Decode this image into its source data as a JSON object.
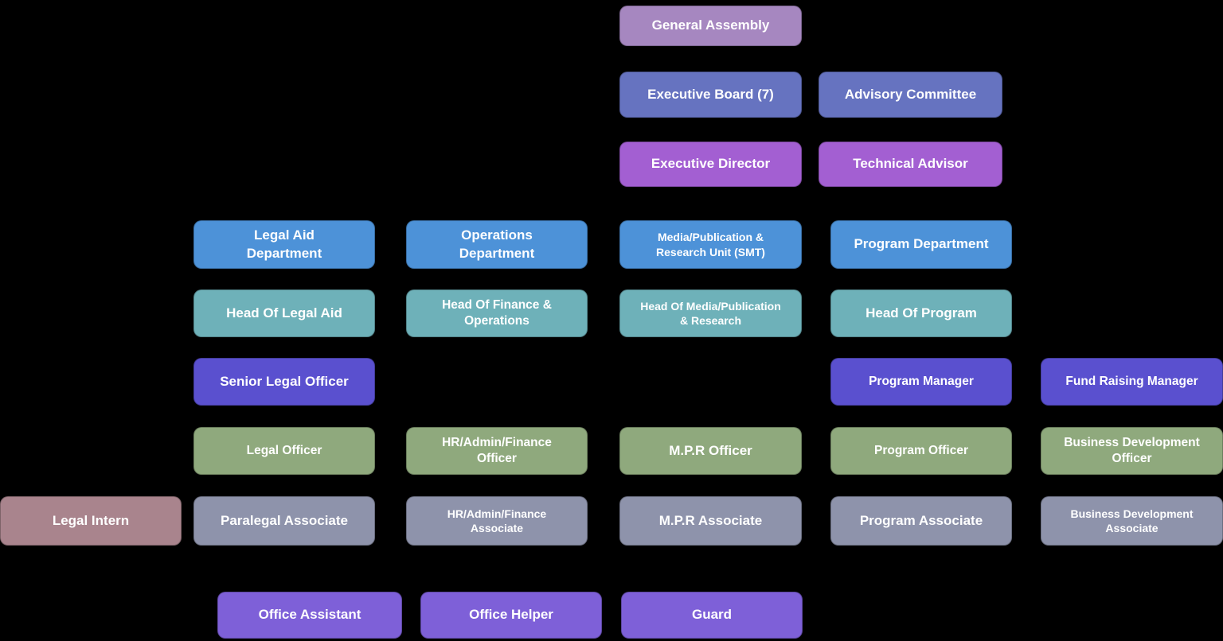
{
  "diagram": {
    "type": "org-chart",
    "colors": {
      "assembly": "#a687c0",
      "board": "#6673c0",
      "director": "#a35fd2",
      "department": "#4d92d8",
      "head": "#6eb1b9",
      "manager": "#5a50cf",
      "officer": "#8fa97d",
      "associate": "#8e93ab",
      "intern": "#a9848d",
      "support": "#7e60d8"
    },
    "nodes": [
      {
        "id": "general-assembly",
        "label": "General Assembly",
        "role": "assembly",
        "col": "D",
        "row": "r1",
        "size": "lg"
      },
      {
        "id": "executive-board",
        "label": "Executive Board (7)",
        "role": "board",
        "col": "D",
        "row": "r2",
        "size": "lg"
      },
      {
        "id": "advisory-committee",
        "label": "Advisory Committee",
        "role": "board",
        "col": "DR",
        "row": "r2",
        "size": "lg"
      },
      {
        "id": "executive-director",
        "label": "Executive Director",
        "role": "director",
        "col": "D",
        "row": "r3",
        "size": "lg"
      },
      {
        "id": "technical-advisor",
        "label": "Technical Advisor",
        "role": "director",
        "col": "DR",
        "row": "r3",
        "size": "lg"
      },
      {
        "id": "legal-aid-department",
        "label": "Legal Aid\nDepartment",
        "role": "department",
        "col": "B",
        "row": "r4",
        "size": "lg"
      },
      {
        "id": "operations-department",
        "label": "Operations\nDepartment",
        "role": "department",
        "col": "C",
        "row": "r4",
        "size": "lg"
      },
      {
        "id": "media-publication-unit",
        "label": "Media/Publication &\nResearch Unit (SMT)",
        "role": "department",
        "col": "D",
        "row": "r4",
        "size": "sm"
      },
      {
        "id": "program-department",
        "label": "Program Department",
        "role": "department",
        "col": "E",
        "row": "r4",
        "size": "lg"
      },
      {
        "id": "head-of-legal-aid",
        "label": "Head Of Legal Aid",
        "role": "head",
        "col": "B",
        "row": "r5",
        "size": "lg"
      },
      {
        "id": "head-of-finance-operations",
        "label": "Head Of Finance &\nOperations",
        "role": "head",
        "col": "C",
        "row": "r5",
        "size": "md"
      },
      {
        "id": "head-of-media-publication",
        "label": "Head Of Media/Publication\n& Research",
        "role": "head",
        "col": "D",
        "row": "r5",
        "size": "sm"
      },
      {
        "id": "head-of-program",
        "label": "Head Of Program",
        "role": "head",
        "col": "E",
        "row": "r5",
        "size": "lg"
      },
      {
        "id": "senior-legal-officer",
        "label": "Senior Legal Officer",
        "role": "manager",
        "col": "B",
        "row": "r6",
        "size": "lg"
      },
      {
        "id": "program-manager",
        "label": "Program Manager",
        "role": "manager",
        "col": "E",
        "row": "r6",
        "size": "md"
      },
      {
        "id": "fund-raising-manager",
        "label": "Fund Raising Manager",
        "role": "manager",
        "col": "F",
        "row": "r6",
        "size": "md"
      },
      {
        "id": "legal-officer",
        "label": "Legal Officer",
        "role": "officer",
        "col": "B",
        "row": "r7",
        "size": "md"
      },
      {
        "id": "hr-admin-finance-officer",
        "label": "HR/Admin/Finance\nOfficer",
        "role": "officer",
        "col": "C",
        "row": "r7",
        "size": "md"
      },
      {
        "id": "mpr-officer",
        "label": "M.P.R Officer",
        "role": "officer",
        "col": "D",
        "row": "r7",
        "size": "lg"
      },
      {
        "id": "program-officer",
        "label": "Program Officer",
        "role": "officer",
        "col": "E",
        "row": "r7",
        "size": "md"
      },
      {
        "id": "business-development-officer",
        "label": "Business Development\nOfficer",
        "role": "officer",
        "col": "F",
        "row": "r7",
        "size": "md"
      },
      {
        "id": "legal-intern",
        "label": "Legal Intern",
        "role": "intern",
        "col": "A",
        "row": "r8",
        "size": "lg"
      },
      {
        "id": "paralegal-associate",
        "label": "Paralegal Associate",
        "role": "associate",
        "col": "B",
        "row": "r8",
        "size": "lg"
      },
      {
        "id": "hr-admin-finance-associate",
        "label": "HR/Admin/Finance\nAssociate",
        "role": "associate",
        "col": "C",
        "row": "r8",
        "size": "sm"
      },
      {
        "id": "mpr-associate",
        "label": "M.P.R Associate",
        "role": "associate",
        "col": "D",
        "row": "r8",
        "size": "lg"
      },
      {
        "id": "program-associate",
        "label": "Program Associate",
        "role": "associate",
        "col": "E",
        "row": "r8",
        "size": "lg"
      },
      {
        "id": "business-development-associate",
        "label": "Business Development\nAssociate",
        "role": "associate",
        "col": "F",
        "row": "r8",
        "size": "sm"
      },
      {
        "id": "office-assistant",
        "label": "Office Assistant",
        "role": "support",
        "col": "S1",
        "row": "r9",
        "size": "lg"
      },
      {
        "id": "office-helper",
        "label": "Office Helper",
        "role": "support",
        "col": "S2",
        "row": "r9",
        "size": "lg"
      },
      {
        "id": "guard",
        "label": "Guard",
        "role": "support",
        "col": "S3",
        "row": "r9",
        "size": "lg"
      }
    ]
  }
}
